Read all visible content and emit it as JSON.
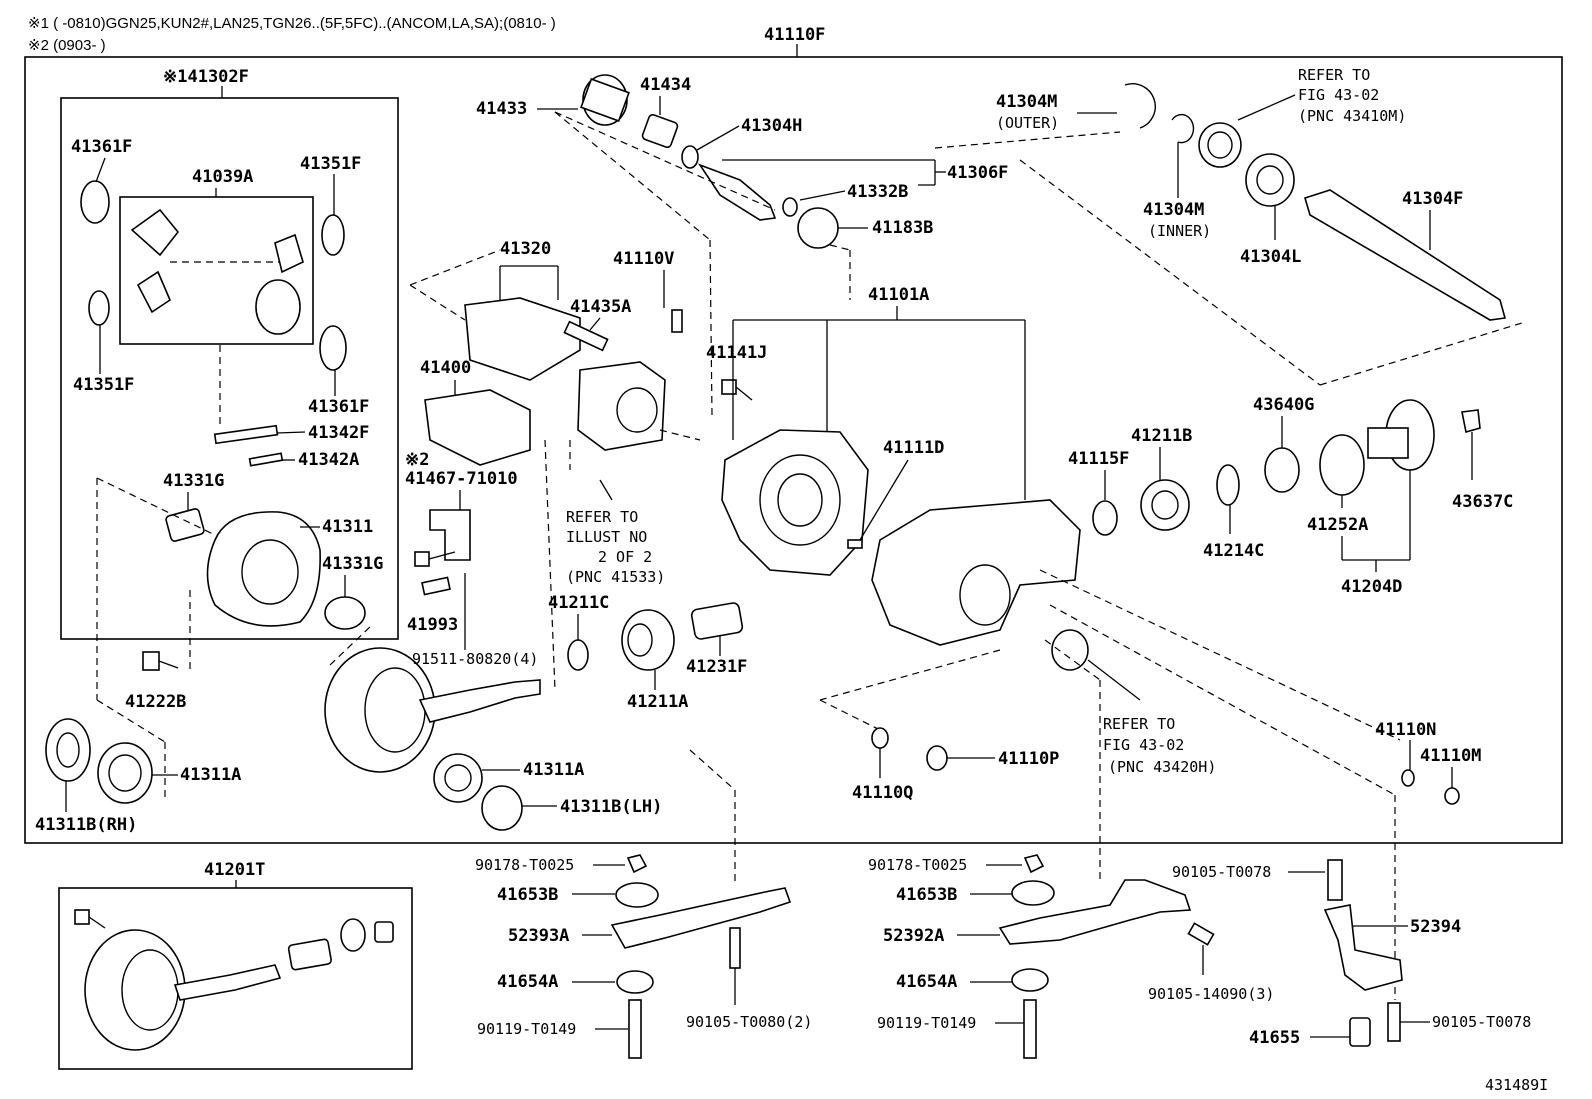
{
  "notes": {
    "note1": "※1 (      -0810)GGN25,KUN2#,LAN25,TGN26..(5F,5FC)..(ANCOM,LA,SA);(0810-      )",
    "note2": "※2 (0903-      )"
  },
  "title_part": "41110F",
  "figure_id": "431489I",
  "labels": {
    "p41302F": "※141302F",
    "p41361F_a": "41361F",
    "p41039A": "41039A",
    "p41351F_a": "41351F",
    "p41351F_b": "41351F",
    "p41361F_b": "41361F",
    "p41342F": "41342F",
    "p41342A": "41342A",
    "p41331G_a": "41331G",
    "p41311": "41311",
    "p41331G_b": "41331G",
    "p41222B": "41222B",
    "p41311A_l": "41311A",
    "p41311B_rh": "41311B(RH)",
    "p41433": "41433",
    "p41434": "41434",
    "p41304H": "41304H",
    "p41332B": "41332B",
    "p41306F": "41306F",
    "p41183B": "41183B",
    "p41320": "41320",
    "p41110V": "41110V",
    "p41435A": "41435A",
    "p41400": "41400",
    "note2_mark": "※2",
    "p41467": "41467-71010",
    "p41993": "41993",
    "p91511": "91511-80820(4)",
    "refer1_a": "REFER TO",
    "refer1_b": "ILLUST NO",
    "refer1_c": "2 OF 2",
    "refer1_d": "(PNC 41533)",
    "p41211C": "41211C",
    "p41211A": "41211A",
    "p41231F": "41231F",
    "p41311A_c": "41311A",
    "p41311B_lh": "41311B(LH)",
    "p41141J": "41141J",
    "p41101A": "41101A",
    "p41111D": "41111D",
    "p41304M_outer": "41304M",
    "outer": "(OUTER)",
    "refer2_a": "REFER TO",
    "refer2_b": "FIG 43-02",
    "refer2_c": "(PNC 43410M)",
    "p41304M_inner": "41304M",
    "inner": "(INNER)",
    "p41304L": "41304L",
    "p41304F": "41304F",
    "p43640G": "43640G",
    "p41211B": "41211B",
    "p41115F": "41115F",
    "p41214C": "41214C",
    "p41252A": "41252A",
    "p41204D": "41204D",
    "p43637C": "43637C",
    "refer3_a": "REFER TO",
    "refer3_b": "FIG 43-02",
    "refer3_c": "(PNC 43420H)",
    "p41110Q": "41110Q",
    "p41110P": "41110P",
    "p41110N": "41110N",
    "p41110M": "41110M",
    "p41201T": "41201T",
    "p90178_a": "90178-T0025",
    "p41653B_a": "41653B",
    "p52393A": "52393A",
    "p41654A_a": "41654A",
    "p90119_a": "90119-T0149",
    "p90105_T0080": "90105-T0080(2)",
    "p90178_b": "90178-T0025",
    "p41653B_b": "41653B",
    "p52392A": "52392A",
    "p41654A_b": "41654A",
    "p90119_b": "90119-T0149",
    "p90105_14090": "90105-14090(3)",
    "p90105_T0078_a": "90105-T0078",
    "p52394": "52394",
    "p41655": "41655",
    "p90105_T0078_b": "90105-T0078"
  }
}
